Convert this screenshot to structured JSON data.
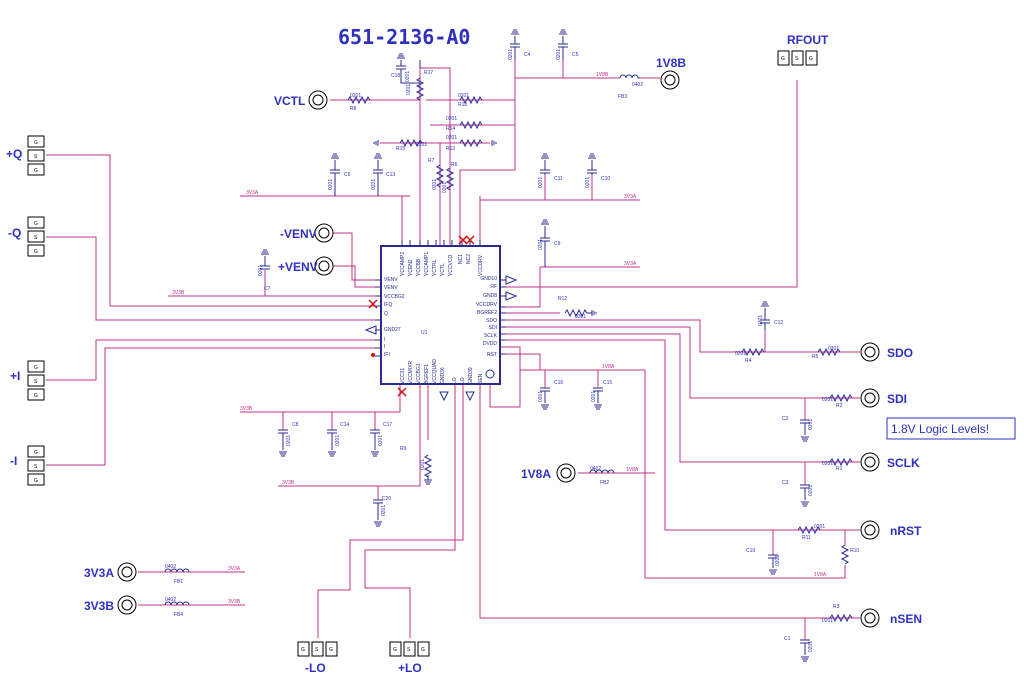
{
  "title": "651-2136-A0",
  "note": "1.8V Logic Levels!",
  "ic_ref": "U1",
  "connectors": {
    "plus_q": "+Q",
    "minus_q": "-Q",
    "plus_i": "+I",
    "minus_i": "-I",
    "minus_lo": "-LO",
    "plus_lo": "+LO",
    "rfout": "RFOUT",
    "pin_g": "G",
    "pin_s": "S"
  },
  "ports": {
    "vctl": "VCTL",
    "v1p8b": "1V8B",
    "minus_venv": "-VENV",
    "plus_venv": "+VENV",
    "sdo": "SDO",
    "sdi": "SDI",
    "sclk": "SCLK",
    "nrst": "nRST",
    "nsen": "nSEN",
    "v1p8a": "1V8A",
    "v3p3a": "3V3A",
    "v3p3b": "3V3B"
  },
  "net_labels": {
    "n1v8b": "1V8B",
    "n3v3a": "3V3A",
    "n3v3b": "3V3B",
    "n1v8a": "1V8A"
  },
  "refdes": {
    "R8": "R8",
    "R17": "R17",
    "R18": "R18",
    "R14": "R14",
    "R15": "R15",
    "R13": "R13",
    "R7": "R7",
    "R6": "R6",
    "R12": "R12",
    "R4": "R4",
    "R5": "R5",
    "R2": "R2",
    "R1": "R1",
    "R11": "R11",
    "R10": "R10",
    "R3": "R3",
    "R9": "R9",
    "C4": "C4",
    "C5": "C5",
    "C18": "C18",
    "C6": "C6",
    "C13": "C13",
    "C11": "C11",
    "C10": "C10",
    "C9": "C9",
    "C7": "C7",
    "C12": "C12",
    "C16": "C16",
    "C15": "C15",
    "C2": "C2",
    "C3": "C3",
    "C19": "C19",
    "C1": "C1",
    "C8": "C8",
    "C14": "C14",
    "C17": "C17",
    "C20": "C20",
    "FB1": "FB1",
    "FB2": "FB2",
    "FB3": "FB3",
    "FB4": "FB4"
  },
  "pkg": {
    "p0201": "0201",
    "p0402": "0402"
  },
  "pins_left": [
    "VENV",
    "VENV",
    "VCCBG2",
    "IFQ",
    "Q",
    "GND27",
    "I",
    "I",
    "IFI"
  ],
  "pins_top": [
    "VCCAMP2",
    "VCEN2",
    "VCCBB",
    "VCCAMP1",
    "VCTRL",
    "VCTL",
    "VCCVCO",
    "NC1",
    "NC2",
    "VCCDRV"
  ],
  "pins_right": [
    "GND10",
    "RF",
    "GND8",
    "VCCDRV",
    "BGREF2",
    "SDO",
    "SDI",
    "SCLK",
    "DVDD",
    "RST"
  ],
  "pins_bottom": [
    "VCC31",
    "VCCMIXR",
    "VCCBG1",
    "BGREF1",
    "VCCQUAD",
    "GND36",
    "LO",
    "LO",
    "GND39",
    "SEN"
  ]
}
